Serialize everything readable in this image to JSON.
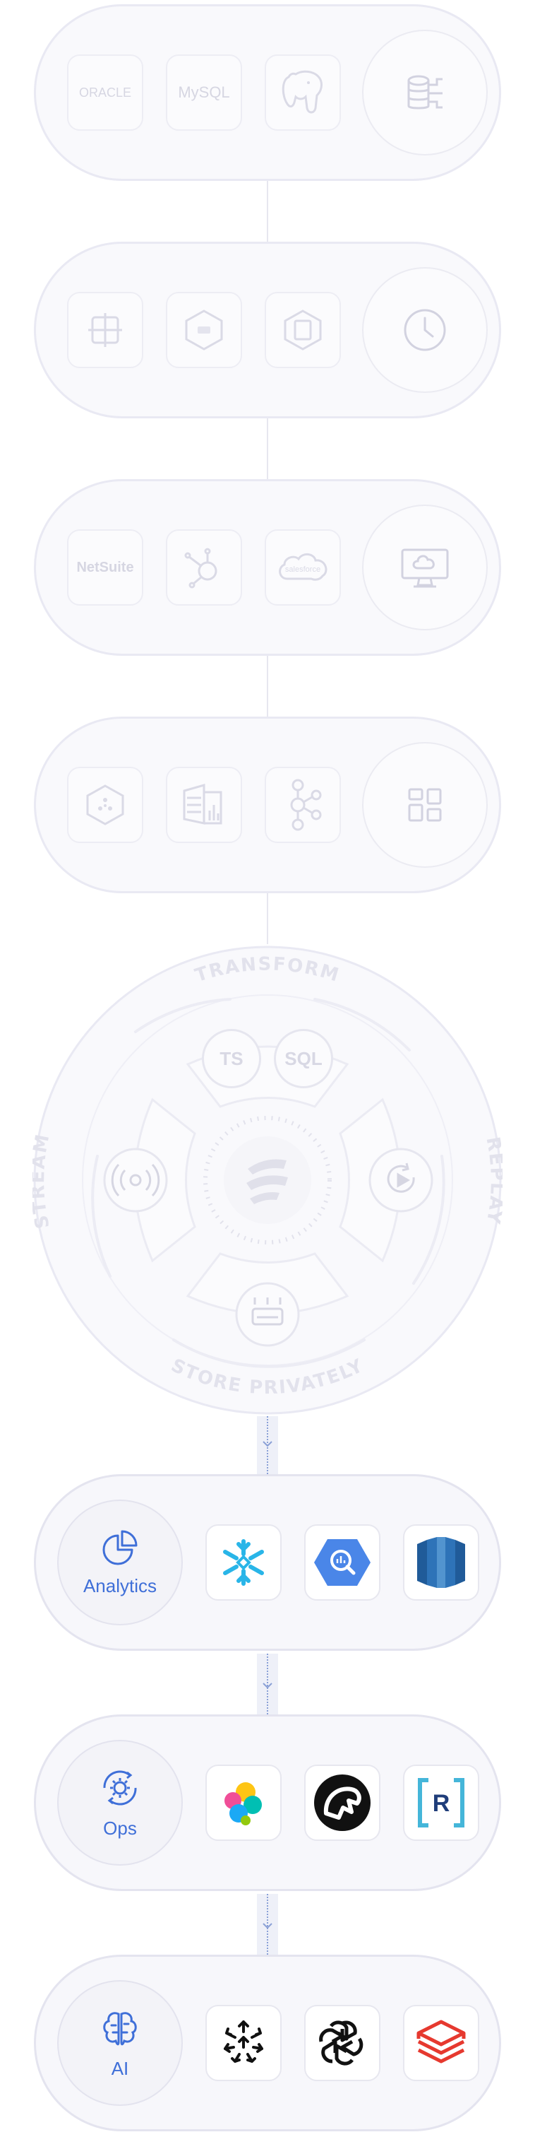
{
  "sources": {
    "databases": {
      "logos": [
        "ORACLE",
        "MySQL",
        "PostgreSQL"
      ],
      "icon": "database-icon"
    },
    "scheduled": {
      "icon": "clock-icon"
    },
    "saas": {
      "logos": [
        "NetSuite",
        "HubSpot",
        "salesforce"
      ],
      "icon": "cloud-monitor-icon"
    },
    "streams": {
      "icon": "grid-icon"
    }
  },
  "engine": {
    "labels": {
      "transform": "TRANSFORM",
      "replay": "REPLAY",
      "store": "STORE PRIVATELY",
      "stream": "STREAM"
    },
    "buttons": {
      "ts": "TS",
      "sql": "SQL"
    }
  },
  "destinations": {
    "analytics": {
      "label": "Analytics",
      "logos": [
        "Snowflake",
        "BigQuery",
        "Redshift"
      ]
    },
    "ops": {
      "label": "Ops",
      "logos": [
        "Elastic",
        "Materialize",
        "Rockset"
      ]
    },
    "ai": {
      "label": "AI",
      "logos": [
        "Pinecone",
        "OpenAI",
        "Databricks"
      ]
    }
  },
  "colors": {
    "accent": "#3f6fd8",
    "muted": "#d6d6e2",
    "border": "#e9e9f3"
  }
}
